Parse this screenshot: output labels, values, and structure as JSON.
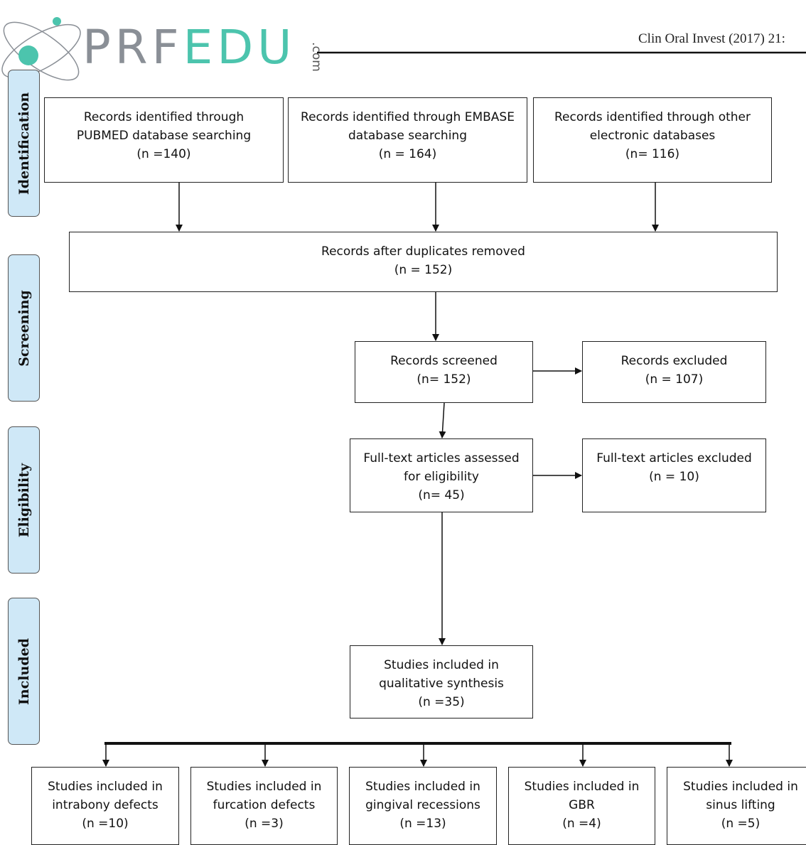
{
  "header": {
    "logo": {
      "part1": "PRF",
      "part2": "EDU",
      "suffix": ".com"
    },
    "journal_ref": "Clin Oral Invest (2017) 21:"
  },
  "stages": {
    "identification": "Identification",
    "screening": "Screening",
    "eligibility": "Eligibility",
    "included": "Included"
  },
  "boxes": {
    "pubmed": {
      "lines": [
        "Records identified through",
        "PUBMED database searching",
        "(n =140)"
      ]
    },
    "embase": {
      "lines": [
        "Records identified through EMBASE",
        "database searching",
        "(n = 164)"
      ]
    },
    "other": {
      "lines": [
        "Records identified through other",
        "electronic databases",
        "(n= 116)"
      ]
    },
    "duplicates": {
      "lines": [
        "Records after duplicates removed",
        "(n = 152)"
      ]
    },
    "screened": {
      "lines": [
        "Records screened",
        "(n= 152)"
      ]
    },
    "excluded": {
      "lines": [
        "Records excluded",
        "(n = 107)"
      ]
    },
    "fulltext": {
      "lines": [
        "Full-text articles assessed",
        "for eligibility",
        "(n= 45)"
      ]
    },
    "fulltext_excluded": {
      "lines": [
        "Full-text articles excluded",
        "(n = 10)"
      ]
    },
    "qualitative": {
      "lines": [
        "Studies included in",
        "qualitative synthesis",
        "(n =35)"
      ]
    },
    "intrabony": {
      "lines": [
        "Studies included in",
        "intrabony defects",
        "(n =10)"
      ]
    },
    "furcation": {
      "lines": [
        "Studies included in",
        "furcation defects",
        "(n =3)"
      ]
    },
    "gingival": {
      "lines": [
        "Studies included in",
        "gingival recessions",
        "(n =13)"
      ]
    },
    "gbr": {
      "lines": [
        "Studies included in",
        "GBR",
        "(n =4)"
      ]
    },
    "sinus": {
      "lines": [
        "Studies included in",
        "sinus lifting",
        "(n =5)"
      ]
    }
  },
  "colors": {
    "stage_fill": "#cfe8f7",
    "logo_grey": "#8a8f96",
    "logo_teal": "#4cc4ad"
  }
}
